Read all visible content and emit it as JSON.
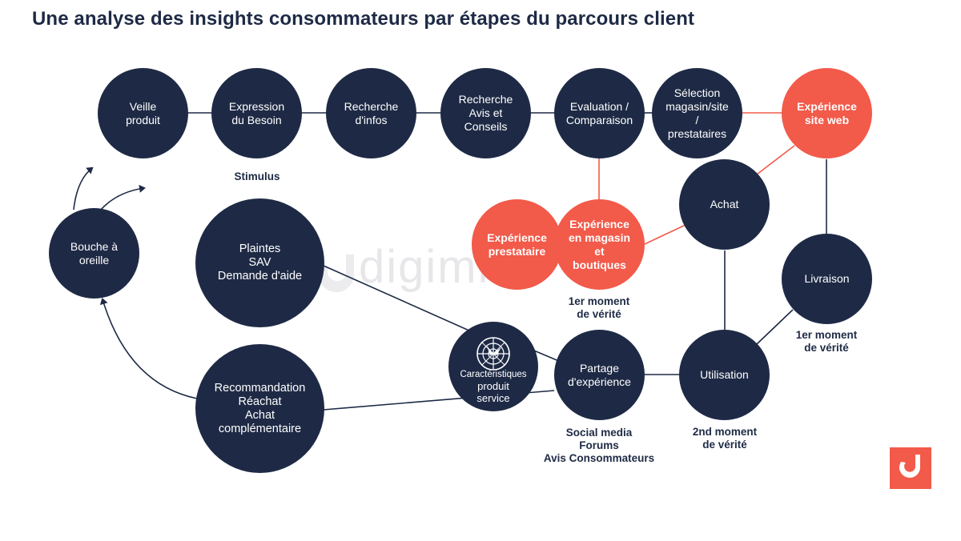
{
  "title": "Une analyse des insights consommateurs par étapes du parcours client",
  "colors": {
    "dark_node": "#1e2a45",
    "accent_node": "#f25a4a",
    "dark_link": "#1e2a45",
    "accent_link": "#f25a4a",
    "background": "#ffffff"
  },
  "nodes": {
    "veille": "Veille\nproduit",
    "expression": "Expression\ndu Besoin",
    "recherche_infos": "Recherche\nd'infos",
    "recherche_avis": "Recherche\nAvis et\nConseils",
    "evaluation": "Evaluation /\nComparaison",
    "selection": "Sélection\nmagasin/site\n/\nprestataires",
    "experience_web": "Expérience\nsite web",
    "achat": "Achat",
    "livraison": "Livraison",
    "experience_magasin": "Expérience\nen magasin\net\nboutiques",
    "experience_prestataire": "Expérience\nprestataire",
    "bouche": "Bouche à\noreille",
    "plaintes": "Plaintes\nSAV\nDemande d'aide",
    "recommandation": "Recommandation\nRéachat\nAchat\ncomplémentaire",
    "caracteristiques_label": "Caractéristiques",
    "caracteristiques_sub": "produit\nservice",
    "partage": "Partage\nd'expérience",
    "utilisation": "Utilisation"
  },
  "captions": {
    "stimulus": "Stimulus",
    "moment_magasin": "1er moment\nde vérité",
    "moment_livraison": "1er moment\nde vérité",
    "moment_utilisation": "2nd moment\nde vérité",
    "social": "Social media\nForums\nAvis Consommateurs"
  },
  "watermark": "digimind",
  "icons": {
    "caracteristiques": "compass-target-icon",
    "logo": "digimind-logo-icon"
  }
}
